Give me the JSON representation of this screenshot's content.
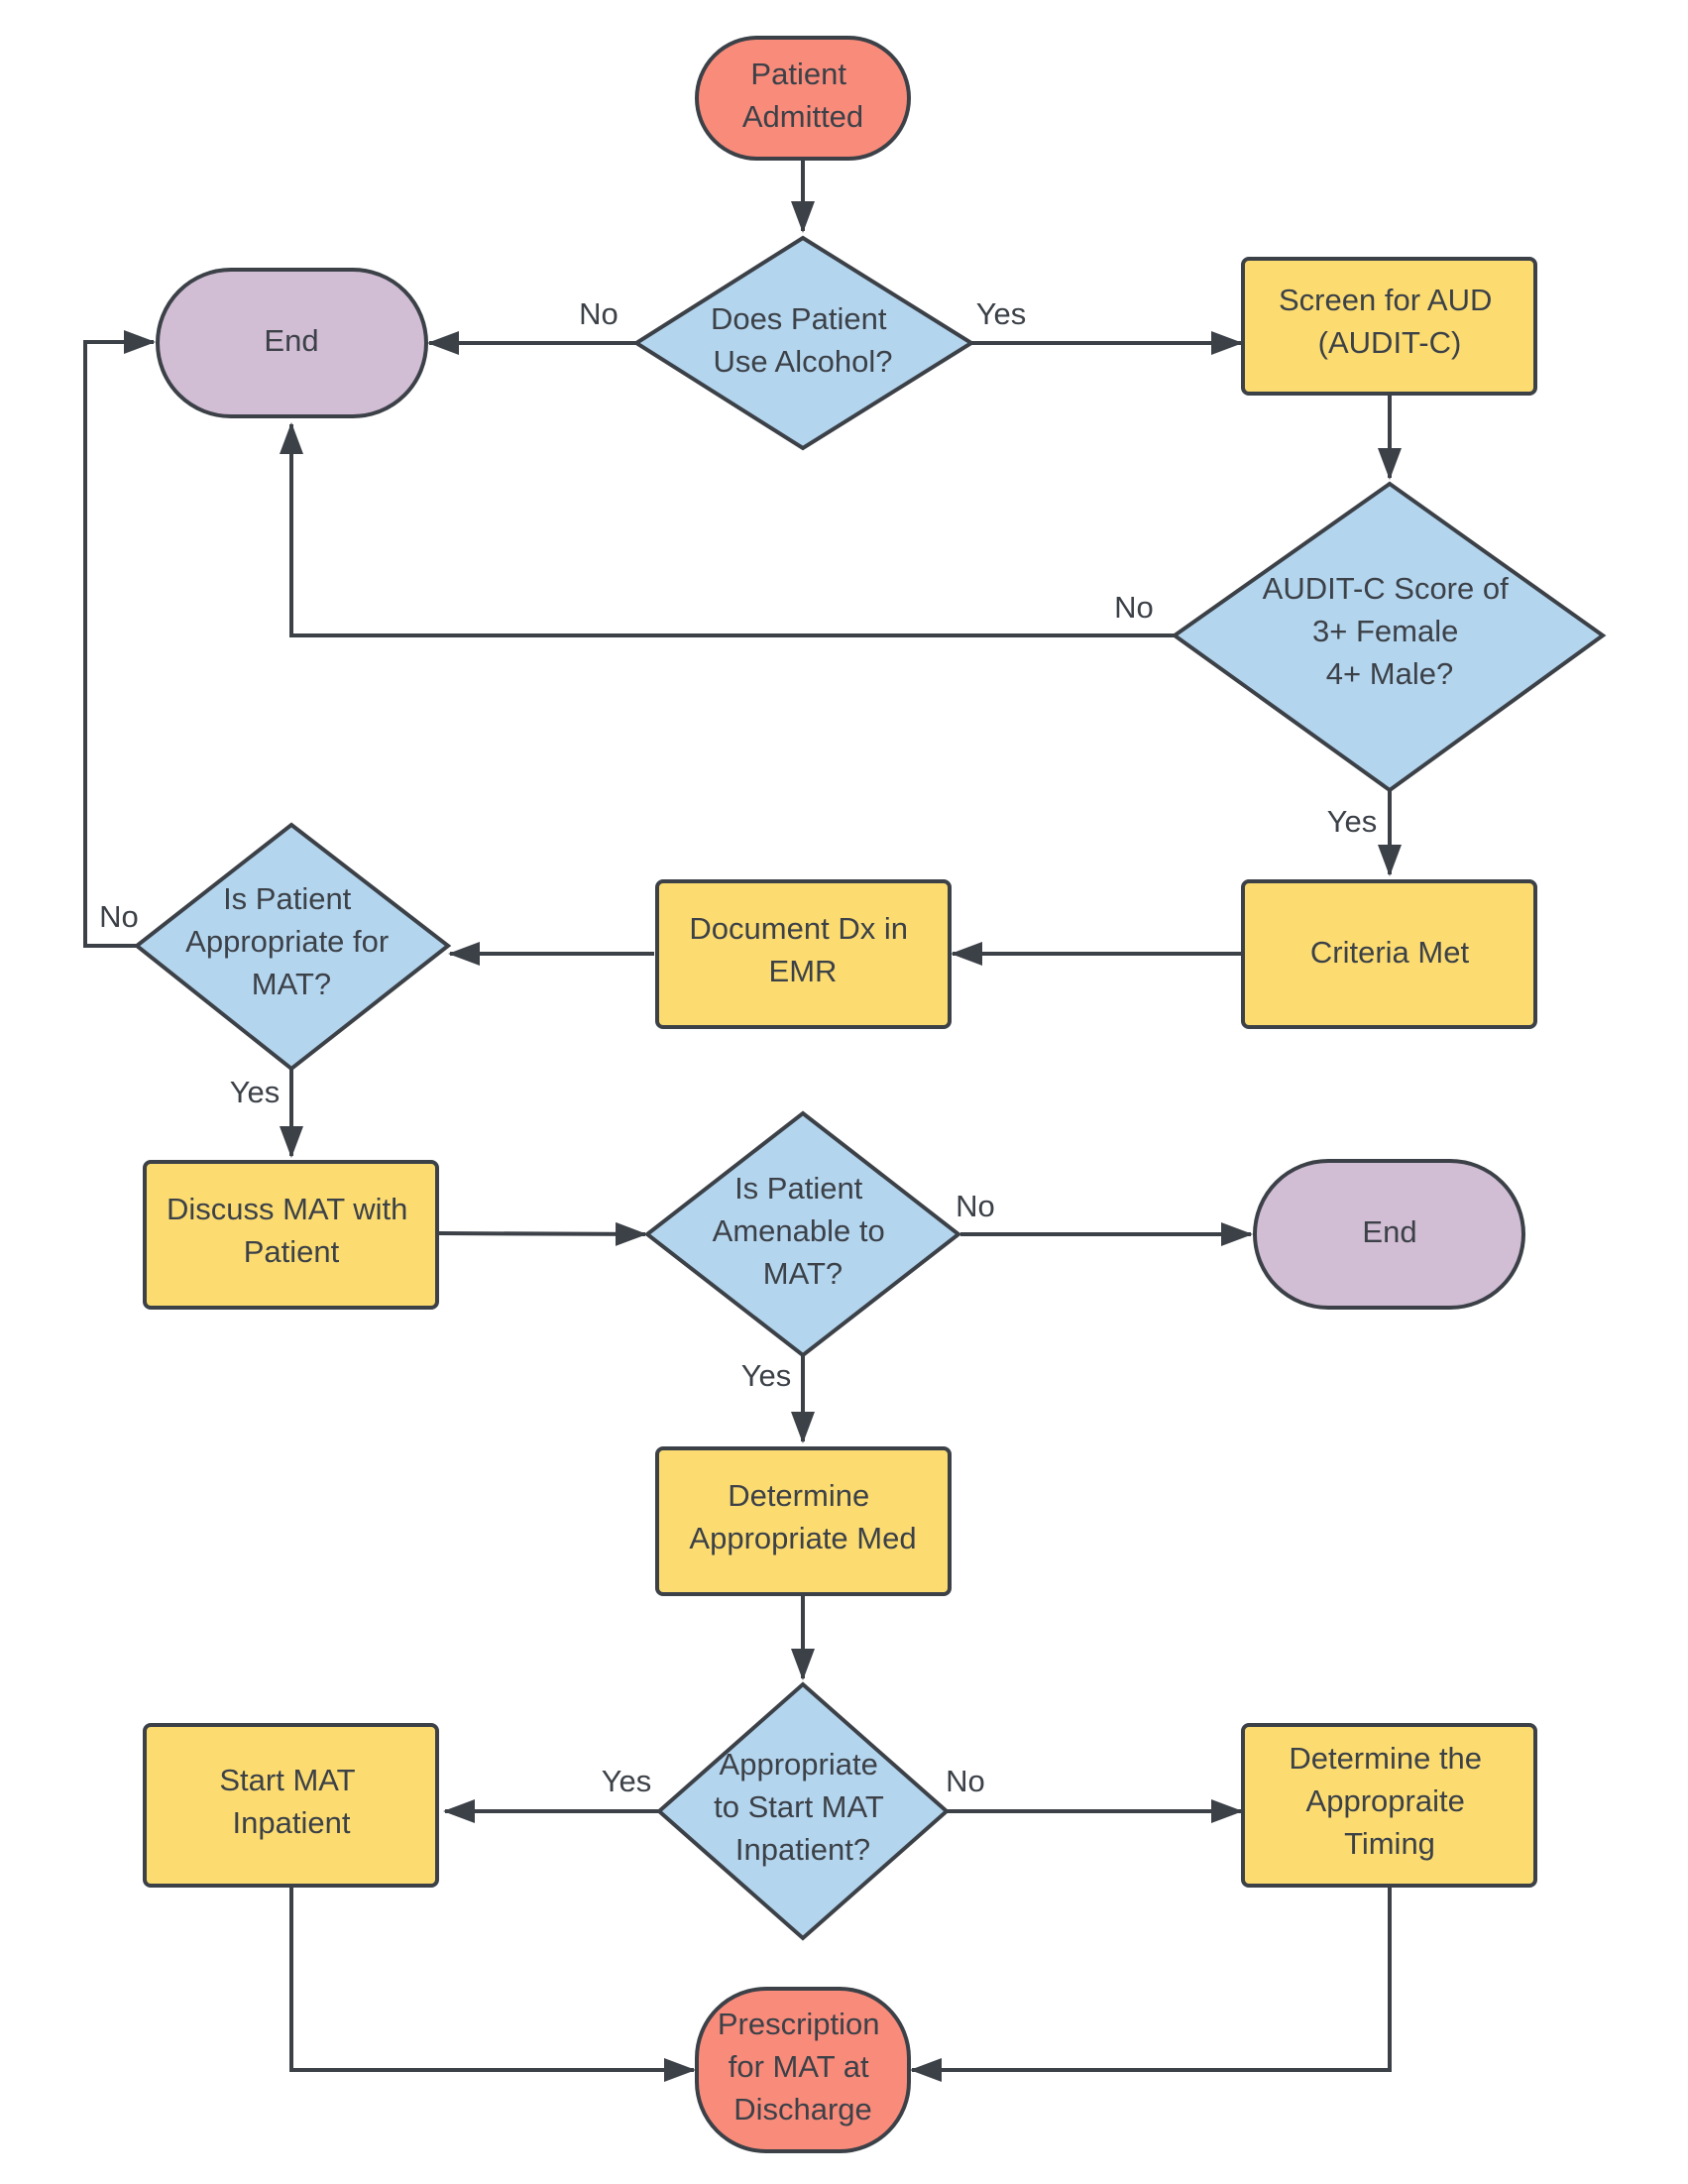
{
  "colors": {
    "terminal_start": "#f98b7b",
    "terminal_end": "#d1bdd4",
    "process": "#fcdc70",
    "decision": "#b4d5ee",
    "stroke": "#3c4148"
  },
  "nodes": {
    "patient_admitted": {
      "lines": [
        "Patient",
        "Admitted"
      ]
    },
    "does_patient_use_alcohol": {
      "lines": [
        "Does Patient",
        "Use Alcohol?"
      ]
    },
    "end_top": {
      "lines": [
        "End"
      ]
    },
    "screen_for_aud": {
      "lines": [
        "Screen for AUD",
        "(AUDIT-C)"
      ]
    },
    "audit_c_score": {
      "lines": [
        "AUDIT-C Score of",
        "3+ Female",
        "4+ Male?"
      ]
    },
    "criteria_met": {
      "lines": [
        "Criteria Met"
      ]
    },
    "document_dx": {
      "lines": [
        "Document Dx in",
        "EMR"
      ]
    },
    "is_patient_appropriate": {
      "lines": [
        "Is Patient",
        "Appropriate for",
        "MAT?"
      ]
    },
    "discuss_mat": {
      "lines": [
        "Discuss MAT with",
        "Patient"
      ]
    },
    "is_patient_amenable": {
      "lines": [
        "Is Patient",
        "Amenable to",
        "MAT?"
      ]
    },
    "end_right": {
      "lines": [
        "End"
      ]
    },
    "determine_med": {
      "lines": [
        "Determine",
        "Appropriate Med"
      ]
    },
    "appropriate_to_start": {
      "lines": [
        "Appropriate",
        "to Start MAT",
        "Inpatient?"
      ]
    },
    "start_mat_inpatient": {
      "lines": [
        "Start MAT",
        "Inpatient"
      ]
    },
    "determine_timing": {
      "lines": [
        "Determine the",
        "Appropraite",
        "Timing"
      ]
    },
    "prescription_discharge": {
      "lines": [
        "Prescription",
        "for MAT at",
        "Discharge"
      ]
    }
  },
  "edge_labels": {
    "alcohol_no": "No",
    "alcohol_yes": "Yes",
    "audit_no": "No",
    "audit_yes": "Yes",
    "appropriate_no": "No",
    "appropriate_yes": "Yes",
    "amenable_no": "No",
    "amenable_yes": "Yes",
    "start_yes": "Yes",
    "start_no": "No"
  }
}
